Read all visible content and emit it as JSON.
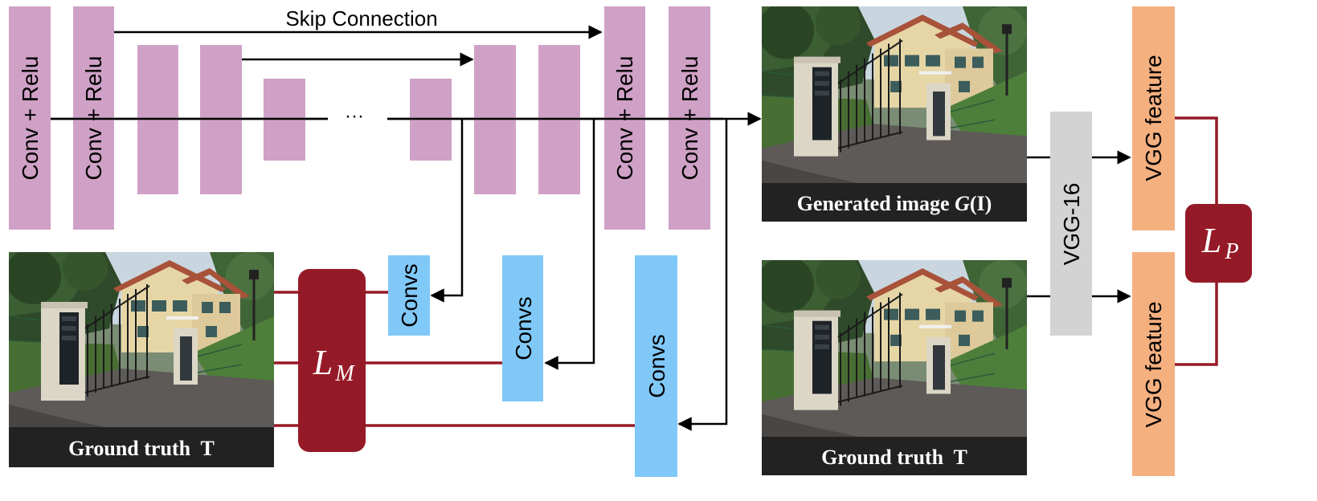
{
  "colors": {
    "encoder_block": "#cfa1c6",
    "convs_block": "#80c8f8",
    "vgg_block": "#d3d3d3",
    "feature_block": "#f5b080",
    "loss_block": "#951a27",
    "loss_line": "#951a27",
    "caption_bg": "#222222",
    "arrow": "#000000"
  },
  "labels": {
    "skip_connection": "Skip Connection",
    "conv_relu": "Conv + Relu",
    "ellipsis": "···",
    "convs": "Convs",
    "vgg16": "VGG-16",
    "vgg_feature": "VGG feature",
    "loss_m_main": "L",
    "loss_m_sub": "M",
    "loss_p_main": "L",
    "loss_p_sub": "P"
  },
  "captions": {
    "ground_truth_left": "Ground truth  T",
    "generated_prefix": "Generated image ",
    "generated_g": "G",
    "generated_suffix": "(I)",
    "ground_truth_right": "Ground truth  T"
  },
  "images": {
    "scene": "house-with-gate-photo"
  }
}
